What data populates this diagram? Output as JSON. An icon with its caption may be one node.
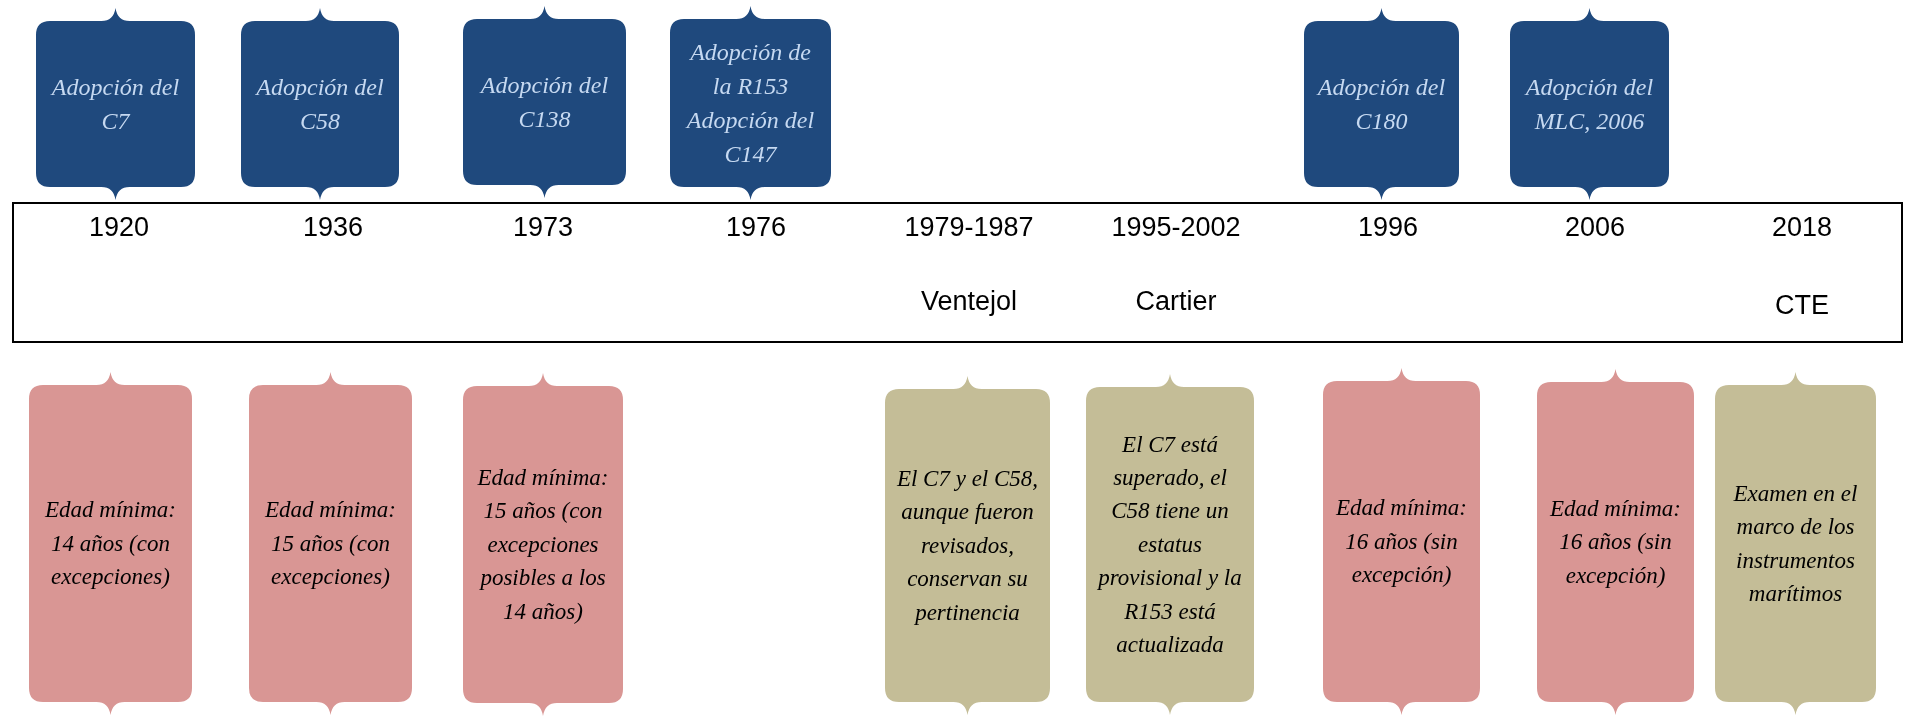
{
  "diagram": {
    "nodes": [
      {
        "text": [
          "Adopción del C7"
        ]
      },
      {
        "text": [
          "Adopción del C58"
        ]
      },
      {
        "text": [
          "Adopción del C138"
        ]
      },
      {
        "text": [
          "Adopción de la R153",
          "Adopción del C147"
        ]
      },
      {
        "text": [
          "Adopción del C180"
        ]
      },
      {
        "text": [
          "Adopción del MLC, 2006"
        ]
      },
      {
        "text": [
          "1920",
          "1936",
          "1973",
          "1976",
          "1979-1987",
          "1995-2002",
          "1996",
          "2006",
          "2018",
          "Ventejol",
          "Cartier",
          "CTE"
        ]
      },
      {
        "text": [
          "Edad mínima: 14 años (con excepciones)"
        ]
      },
      {
        "text": [
          "Edad mínima: 15 años (con excepciones)"
        ]
      },
      {
        "text": [
          "Edad mínima: 15 años (con excepciones posibles a los 14 años)"
        ]
      },
      {
        "text": [
          "El C7 y el C58, aunque fueron revisados, conservan su pertinencia"
        ]
      },
      {
        "text": [
          "El C7 está superado, el C58 tiene un estatus provisional y la R153 está actualizada"
        ]
      },
      {
        "text": [
          "Edad mínima: 16 años (sin excepción)"
        ]
      },
      {
        "text": [
          "Edad mínima: 16 años (sin excepción)"
        ]
      },
      {
        "text": [
          "Examen en el marco de los instrumentos marítimos"
        ]
      }
    ]
  }
}
